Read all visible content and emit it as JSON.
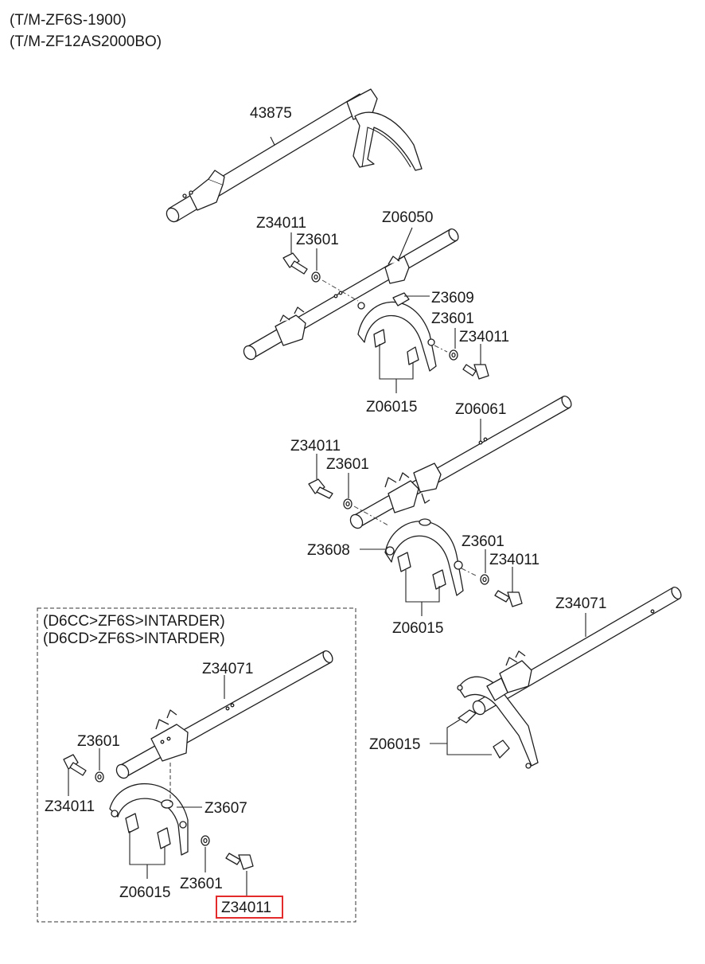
{
  "header": {
    "line1": "(T/M-ZF6S-1900)",
    "line2": "(T/M-ZF12AS2000BO)"
  },
  "inset": {
    "line1": "(D6CC>ZF6S>INTARDER)",
    "line2": "(D6CD>ZF6S>INTARDER)"
  },
  "colors": {
    "highlight": "#e32b2b",
    "ink": "#1f1f1f"
  },
  "labels": {
    "l43875": "43875",
    "a_z34011": "Z34011",
    "a_z3601": "Z3601",
    "a_z06050": "Z06050",
    "a_z3609": "Z3609",
    "a_z3601b": "Z3601",
    "a_z34011b": "Z34011",
    "a_z06015": "Z06015",
    "b_z34011": "Z34011",
    "b_z3601": "Z3601",
    "b_z06061": "Z06061",
    "b_z3608": "Z3608",
    "b_z3601b": "Z3601",
    "b_z34011b": "Z34011",
    "b_z06015": "Z06015",
    "c_z34071": "Z34071",
    "c_z06015": "Z06015",
    "d_z34071": "Z34071",
    "d_z3601": "Z3601",
    "d_z34011": "Z34011",
    "d_z3607": "Z3607",
    "d_z06015": "Z06015",
    "d_z3601b": "Z3601",
    "d_z34011_selected": "Z34011"
  }
}
